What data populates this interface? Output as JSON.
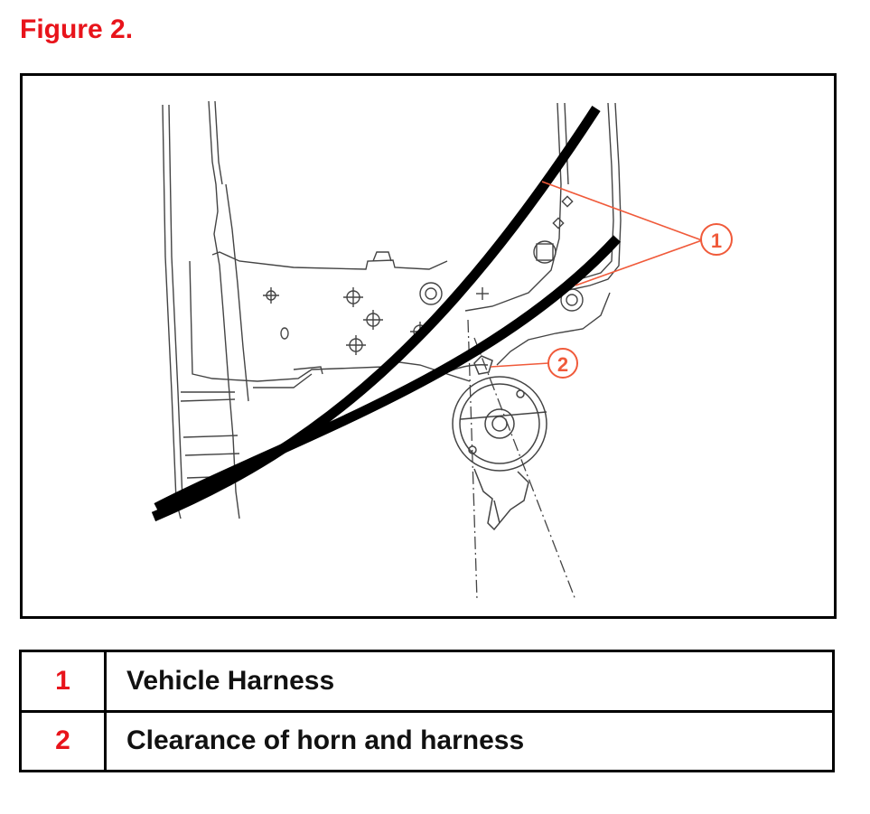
{
  "figure": {
    "title": "Figure 2.",
    "callouts": [
      {
        "id": "callout-1",
        "label": "1"
      },
      {
        "id": "callout-2",
        "label": "2"
      }
    ]
  },
  "legend": {
    "rows": [
      {
        "number": "1",
        "description": "Vehicle Harness"
      },
      {
        "number": "2",
        "description": "Clearance of horn and harness"
      }
    ]
  },
  "colors": {
    "accent_red": "#e8141b",
    "callout_orange": "#f05a3a",
    "line": "#000000"
  }
}
